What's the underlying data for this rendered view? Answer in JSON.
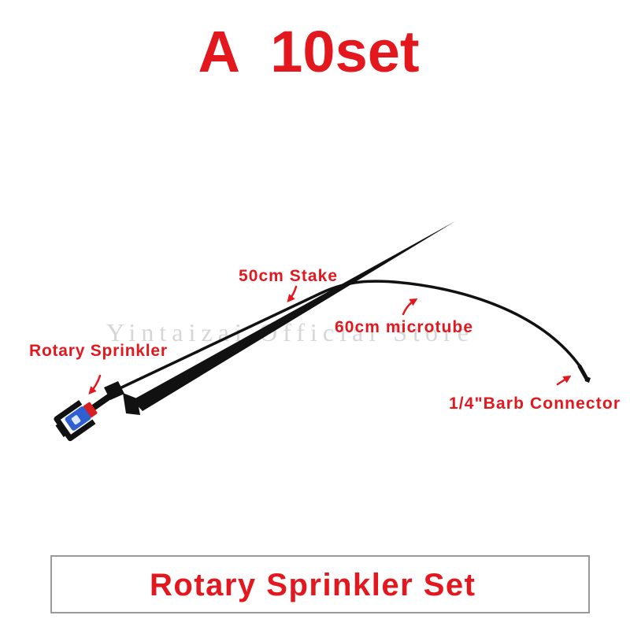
{
  "title": "A  10set",
  "watermark": "Yintaizai Official Store",
  "labels": {
    "rotary_sprinkler": "Rotary Sprinkler",
    "stake": "50cm Stake",
    "microtube": "60cm microtube",
    "barb_connector": "1/4\"Barb Connector"
  },
  "caption": "Rotary Sprinkler Set",
  "colors": {
    "accent": "#e3171e",
    "product": "#111111",
    "rotor": "#2f5fd0",
    "ring": "#d81e1e",
    "frame_border": "#9a9a9a",
    "watermark": "#d6d6d6"
  }
}
